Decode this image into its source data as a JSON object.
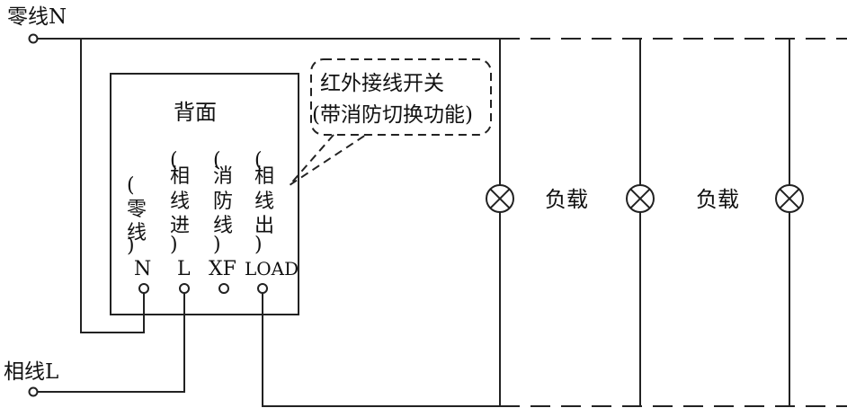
{
  "neutral_label": "零线N",
  "phase_label": "相线L",
  "panel": {
    "title": "背面",
    "terminals": [
      {
        "vertical": [
          "(",
          "零",
          "线",
          ")"
        ],
        "code": "N"
      },
      {
        "vertical": [
          "(",
          "相",
          "线",
          "进",
          ")"
        ],
        "code": "L"
      },
      {
        "vertical": [
          "(",
          "消",
          "防",
          "线",
          ")"
        ],
        "code": "XF"
      },
      {
        "vertical": [
          "(",
          "相",
          "线",
          "出",
          ")"
        ],
        "code": "LOAD"
      }
    ]
  },
  "callout": {
    "line1": "红外接线开关",
    "line2": "(带消防切换功能)"
  },
  "load_label": "负载",
  "loads": [
    {
      "label": "负载"
    },
    {
      "label": "负载"
    }
  ],
  "icons": {
    "lamp": "lamp-cross-circle-icon",
    "terminal": "terminal-circle-icon"
  }
}
